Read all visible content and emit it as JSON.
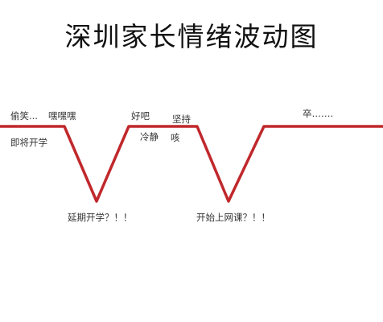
{
  "chart_data": {
    "type": "line",
    "title": "深圳家长情绪波动图",
    "xlabel": "",
    "ylabel": "",
    "grid": false,
    "line_color": "#c0282c",
    "series": [
      {
        "x": [
          0,
          1,
          2,
          3,
          4,
          5,
          6,
          7,
          8,
          9
        ],
        "values": [
          1,
          1,
          1,
          0,
          1,
          1,
          1,
          0,
          1,
          1
        ]
      }
    ],
    "annotations": [
      "偷笑...",
      "嘿嘿嘿",
      "即将开学",
      "延期开学？！！",
      "好吧",
      "冷静",
      "坚持",
      "咳",
      "开始上网课？！！",
      "卒……."
    ]
  }
}
